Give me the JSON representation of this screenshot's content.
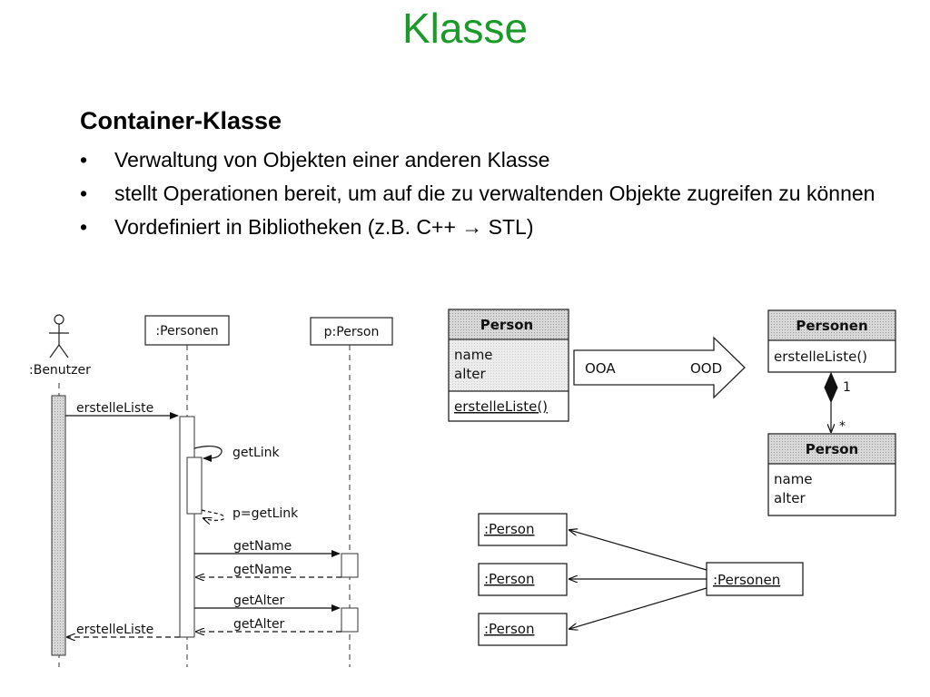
{
  "slide": {
    "title": "Klasse",
    "subtitle": "Container-Klasse",
    "bullet_symbol": "•",
    "bullets": [
      "Verwaltung von Objekten einer anderen Klasse",
      "stellt Operationen bereit, um auf die zu verwaltenden Objekte zugreifen zu können",
      "Vordefiniert in Bibliotheken (z.B. C++ → STL)"
    ]
  },
  "sequence": {
    "actor": ":Benutzer",
    "lifelines": [
      ":Personen",
      "p:Person"
    ],
    "messages": [
      "erstelleListe",
      "getLink",
      "p=getLink",
      "getName",
      "getName",
      "getAlter",
      "getAlter",
      "erstelleListe"
    ]
  },
  "ooa_class": {
    "name": "Person",
    "attributes": [
      "name",
      "alter"
    ],
    "operations": [
      "erstelleListe()"
    ]
  },
  "transition_arrow": {
    "from": "OOA",
    "to": "OOD"
  },
  "ood_container": {
    "name": "Personen",
    "operations": [
      "erstelleListe()"
    ],
    "multiplicity_container": "1",
    "multiplicity_element": "*"
  },
  "ood_element": {
    "name": "Person",
    "attributes": [
      "name",
      "alter"
    ]
  },
  "object_diagram": {
    "container": ":Personen",
    "elements": [
      ":Person",
      ":Person",
      ":Person"
    ]
  }
}
